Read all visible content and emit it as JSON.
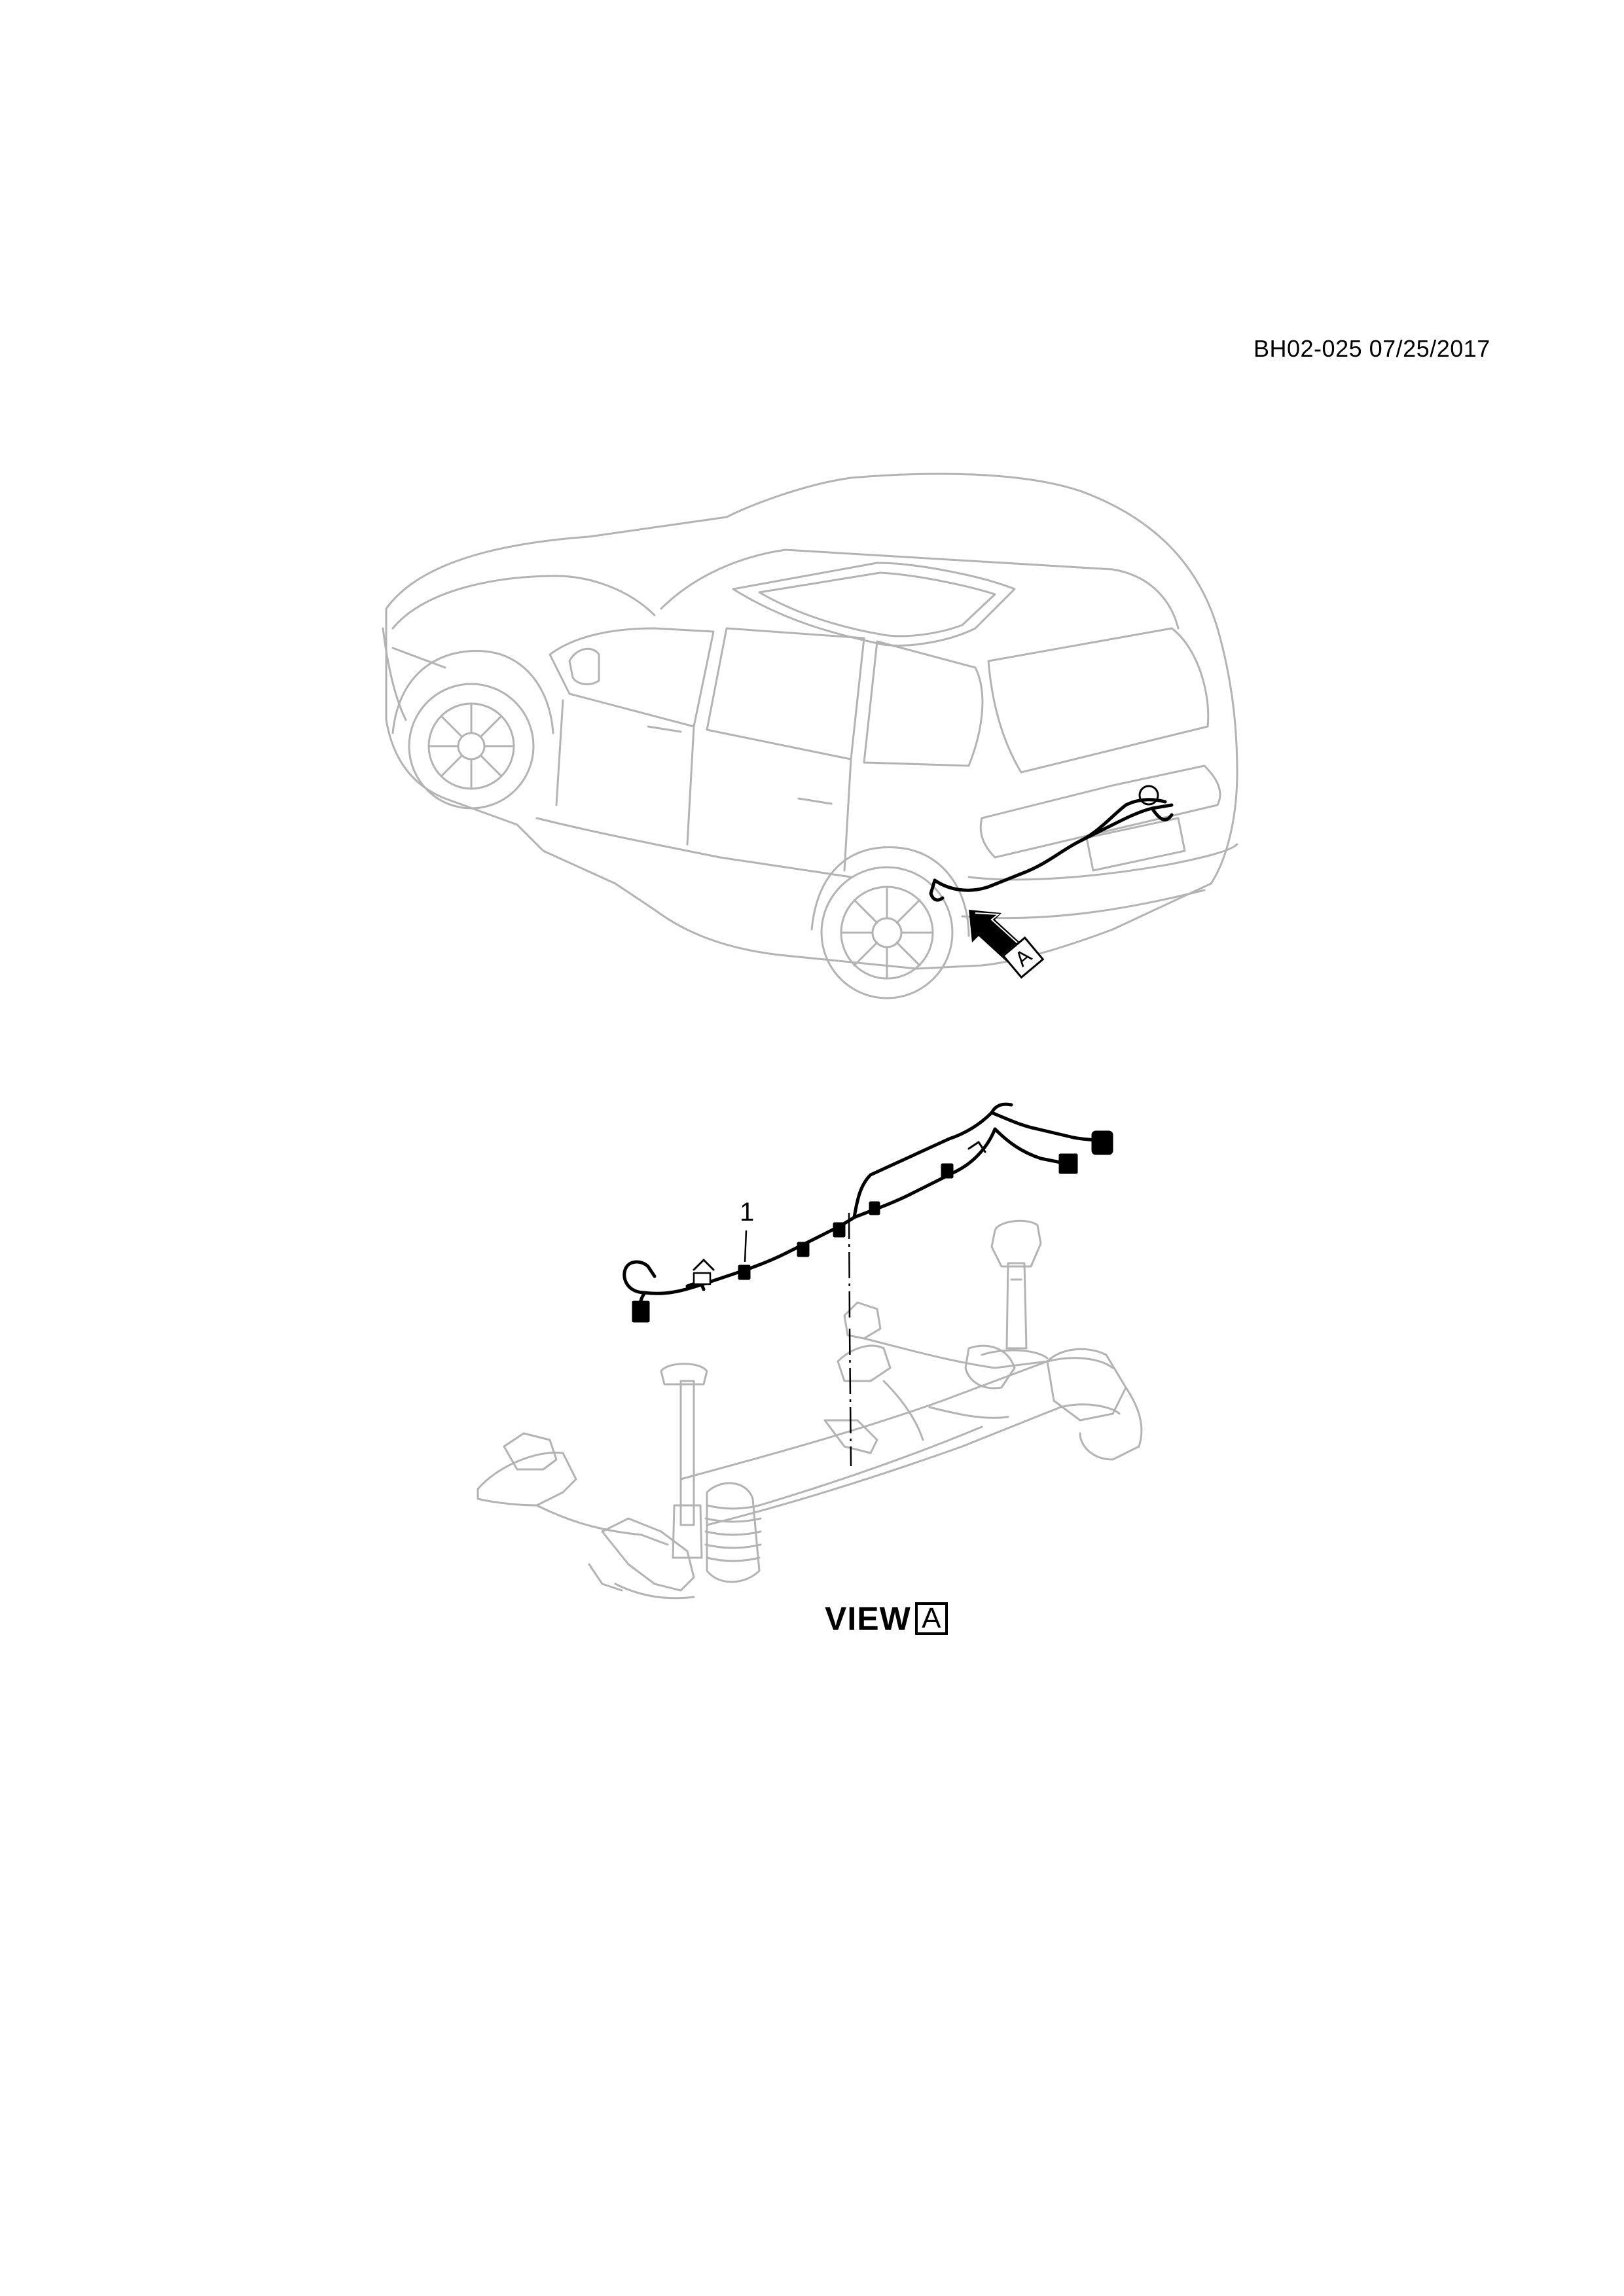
{
  "header": {
    "doc_code": "BH02-025 07/25/2017"
  },
  "callouts": [
    {
      "label": "1"
    }
  ],
  "view_marker": {
    "letter": "A"
  },
  "view_caption": {
    "word": "VIEW",
    "letter": "A"
  },
  "colors": {
    "line_gray": "#b3b3b3",
    "harness_black": "#000000"
  }
}
